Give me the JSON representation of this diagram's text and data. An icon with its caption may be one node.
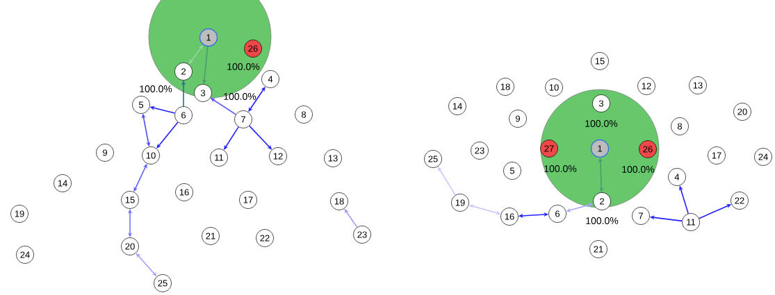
{
  "diagram": {
    "nodes": [
      {
        "text": [],
        "shape": "circle"
      },
      {
        "text": [
          "1"
        ],
        "in": 0
      },
      {
        "text": [
          "2"
        ],
        "in": 0,
        "beside": [
          "100.0%"
        ]
      },
      {
        "text": [
          "3"
        ],
        "beside": [
          "100.0%"
        ]
      },
      {
        "text": [
          "4"
        ]
      },
      {
        "text": [
          "5"
        ]
      },
      {
        "text": [
          "6"
        ]
      },
      {
        "text": [
          "7"
        ]
      },
      {
        "text": [
          "8"
        ]
      },
      {
        "text": [
          "9"
        ]
      },
      {
        "text": [
          "10"
        ]
      },
      {
        "text": [
          "11"
        ]
      },
      {
        "text": [
          "12"
        ]
      },
      {
        "text": [
          "13"
        ]
      },
      {
        "text": [
          "14"
        ]
      },
      {
        "text": [
          "15"
        ]
      },
      {
        "text": [
          "16"
        ]
      },
      {
        "text": [
          "17"
        ]
      },
      {
        "text": [
          "18"
        ]
      },
      {
        "text": [
          "19"
        ]
      },
      {
        "text": [
          "20"
        ]
      },
      {
        "text": [
          "21"
        ]
      },
      {
        "text": [
          "22"
        ]
      },
      {
        "text": [
          "23"
        ]
      },
      {
        "text": [
          "24"
        ]
      },
      {
        "text": [
          "25"
        ]
      },
      {
        "text": [
          "26"
        ],
        "in": 0,
        "beside": [
          "100.0%"
        ]
      },
      {
        "text": [],
        "shape": "circle"
      },
      {
        "text": [
          "1"
        ],
        "in": 27
      },
      {
        "text": [
          "2"
        ],
        "beside": [
          "100.0%"
        ]
      },
      {
        "text": [
          "3"
        ],
        "in": 27,
        "beside": [
          "100.0%"
        ]
      },
      {
        "text": [
          "4"
        ]
      },
      {
        "text": [
          "5"
        ]
      },
      {
        "text": [
          "6"
        ]
      },
      {
        "text": [
          "7"
        ]
      },
      {
        "text": [
          "8"
        ]
      },
      {
        "text": [
          "9"
        ]
      },
      {
        "text": [
          "10"
        ]
      },
      {
        "text": [
          "11"
        ]
      },
      {
        "text": [
          "12"
        ]
      },
      {
        "text": [
          "13"
        ]
      },
      {
        "text": [
          "14"
        ]
      },
      {
        "text": [
          "15"
        ]
      },
      {
        "text": [
          "16"
        ]
      },
      {
        "text": [
          "17"
        ]
      },
      {
        "text": [
          "18"
        ]
      },
      {
        "text": [
          "19"
        ]
      },
      {
        "text": [
          "20"
        ]
      },
      {
        "text": [
          "21"
        ]
      },
      {
        "text": [
          "22"
        ]
      },
      {
        "text": [
          "23"
        ]
      },
      {
        "text": [
          "24"
        ]
      },
      {
        "text": [
          "25"
        ]
      },
      {
        "text": [
          "26"
        ],
        "in": 27,
        "beside": [
          "100.0%"
        ]
      },
      {
        "text": [
          "27"
        ],
        "in": 27,
        "beside": [
          "100.0%"
        ]
      }
    ],
    "edges": [
      {
        "from": 1,
        "to": 3,
        "arrow": "to",
        "color": "#4a9a70"
      },
      {
        "from": 2,
        "to": 1,
        "arrow": "both",
        "color": "#9ad4a0"
      },
      {
        "from": 6,
        "to": 2,
        "arrow": "to",
        "color": "#2a6f80"
      },
      {
        "from": 6,
        "to": 5,
        "arrow": "to"
      },
      {
        "from": 6,
        "to": 10,
        "arrow": "to"
      },
      {
        "from": 5,
        "to": 10,
        "arrow": "both",
        "color": "#4a4aff"
      },
      {
        "from": 7,
        "to": 3,
        "arrow": "to",
        "color": "#5050ff"
      },
      {
        "from": 7,
        "to": 4,
        "arrow": "both"
      },
      {
        "from": 7,
        "to": 11,
        "arrow": "to"
      },
      {
        "from": 7,
        "to": 12,
        "arrow": "to"
      },
      {
        "from": 10,
        "to": 15,
        "arrow": "both",
        "color": "#5c5cff"
      },
      {
        "from": 15,
        "to": 20,
        "arrow": "both",
        "color": "#7474ff"
      },
      {
        "from": 20,
        "to": 25,
        "arrow": "both",
        "color": "#a0a0ff"
      },
      {
        "from": 23,
        "to": 18,
        "arrow": "to",
        "color": "#9c9cff"
      },
      {
        "from": 28,
        "to": 29,
        "arrow": "both",
        "color": "#4a9a70"
      },
      {
        "from": 33,
        "to": 43,
        "arrow": "both"
      },
      {
        "from": 29,
        "to": 33,
        "arrow": "both",
        "color": "#a8a8ff"
      },
      {
        "from": 43,
        "to": 46,
        "arrow": "both",
        "color": "#c8c8ff"
      },
      {
        "from": 46,
        "to": 52,
        "arrow": "to",
        "color": "#c8c8ff"
      },
      {
        "from": 38,
        "to": 34,
        "arrow": "to"
      },
      {
        "from": 38,
        "to": 31,
        "arrow": "to"
      },
      {
        "from": 38,
        "to": 49,
        "arrow": "to"
      }
    ]
  }
}
